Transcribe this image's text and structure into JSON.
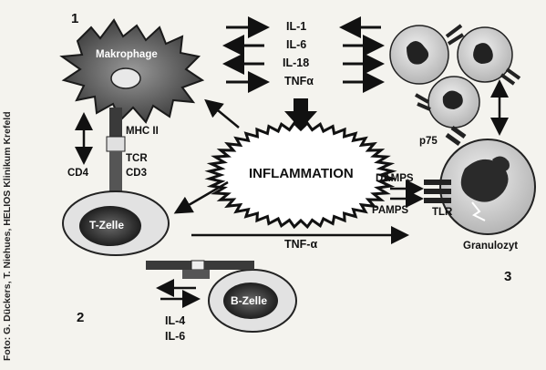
{
  "credit": "Foto: G. Dückers, T. Niehues, HELIOS Klinikum Krefeld",
  "sections": {
    "one": "1",
    "two": "2",
    "three": "3"
  },
  "cells": {
    "macrophage": "Makrophage",
    "t_cell": "T-Zelle",
    "b_cell": "B-Zelle",
    "granulocyte": "Granulozyt"
  },
  "cytokines_top": [
    "IL-1",
    "IL-6",
    "IL-18",
    "TNFα"
  ],
  "center": "INFLAMMATION",
  "receptors": {
    "mhc": "MHC II",
    "tcr": "TCR",
    "cd3": "CD3",
    "cd4": "CD4",
    "tlr": "TLR",
    "p75": "p75"
  },
  "signals": {
    "damps": "DAMPS",
    "pamps": "PAMPS",
    "tnf_a": "TNF-α"
  },
  "cytokines_bottom": [
    "IL-4",
    "IL-6"
  ],
  "colors": {
    "cell_dark": "#2b2b2b",
    "cell_light": "#c8c8c8",
    "background": "#f4f3ee",
    "ink": "#111111"
  }
}
